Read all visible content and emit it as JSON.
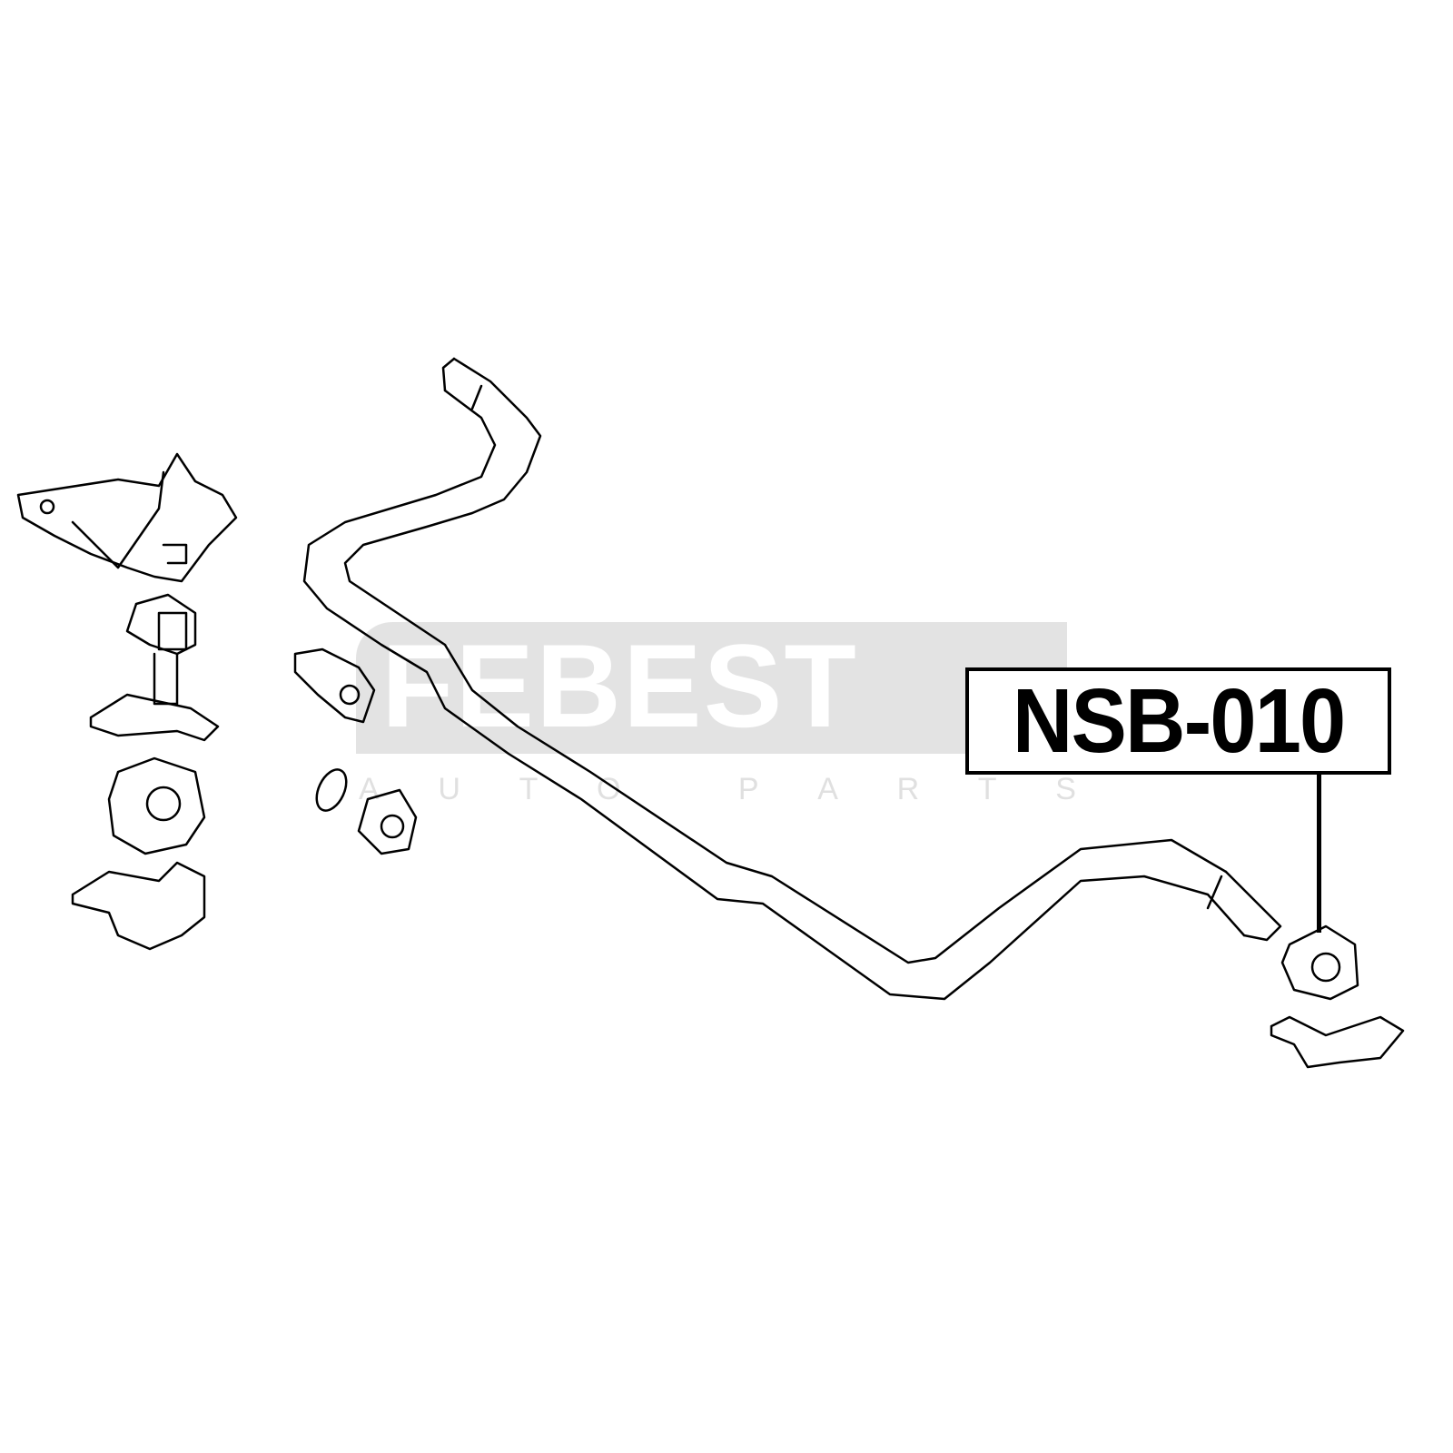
{
  "watermark": {
    "brand": "FEBEST",
    "subtitle": [
      "A",
      "U",
      "T",
      "O",
      "",
      "P",
      "A",
      "R",
      "T",
      "S"
    ]
  },
  "part_label": "NSB-010"
}
